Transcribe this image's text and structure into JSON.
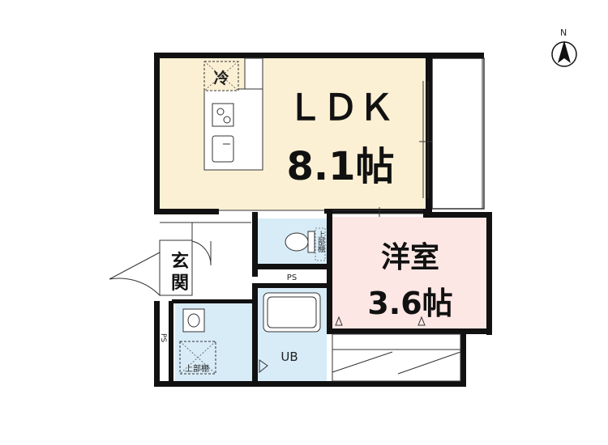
{
  "compass": {
    "label": "N"
  },
  "rooms": {
    "ldk": {
      "name": "ＬＤＫ",
      "size": "8.1帖",
      "color": "#FCF0D4"
    },
    "western": {
      "name": "洋室",
      "size": "3.6帖",
      "color": "#FDE7E4"
    },
    "wet_color": "#D8ECF8"
  },
  "labels": {
    "fridge": "冷",
    "entrance_line1": "玄",
    "entrance_line2": "関",
    "ps_toilet": "PS",
    "ps_entrance": "PS",
    "shelf_toilet": "上部棚",
    "shelf_washroom": "上部棚",
    "unit_bath": "UB"
  }
}
